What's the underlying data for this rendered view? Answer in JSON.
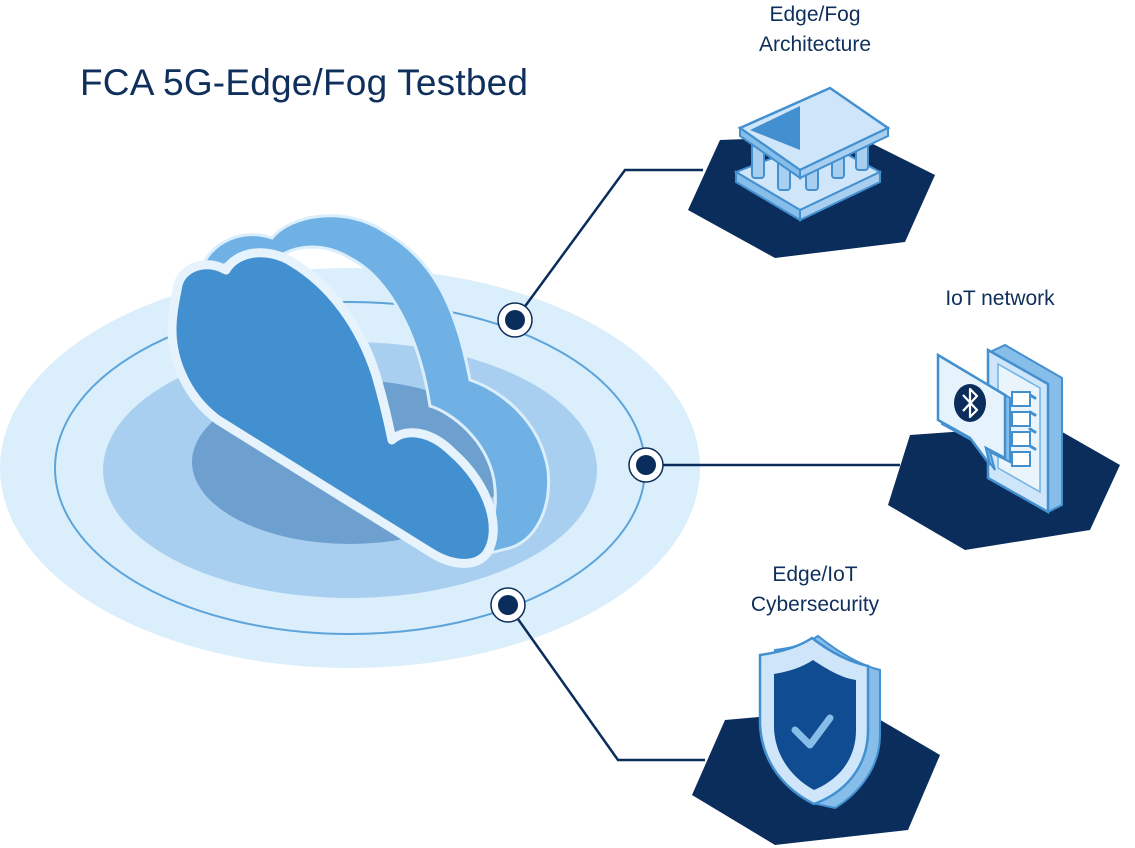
{
  "title": "FCA 5G-Edge/Fog Testbed",
  "nodes": [
    {
      "id": "architecture",
      "label_lines": [
        "Edge/Fog",
        "Architecture"
      ],
      "icon": "bank-building-icon"
    },
    {
      "id": "iot",
      "label_lines": [
        "IoT network"
      ],
      "icon": "bluetooth-phone-icon"
    },
    {
      "id": "cybersecurity",
      "label_lines": [
        "Edge/IoT",
        "Cybersecurity"
      ],
      "icon": "shield-check-icon"
    }
  ],
  "center": {
    "icon": "cloud-icon"
  },
  "colors": {
    "navy": "#0b2d5b",
    "cloud_front": "#4390d0",
    "cloud_side": "#6fb1e5",
    "halo_outer": "#dbeefb",
    "halo_mid": "#a9cff0",
    "halo_inner": "#6d9fcf",
    "icon_light": "#cfe6fa",
    "icon_mid": "#86bde9",
    "text": "#0f2f5c"
  }
}
